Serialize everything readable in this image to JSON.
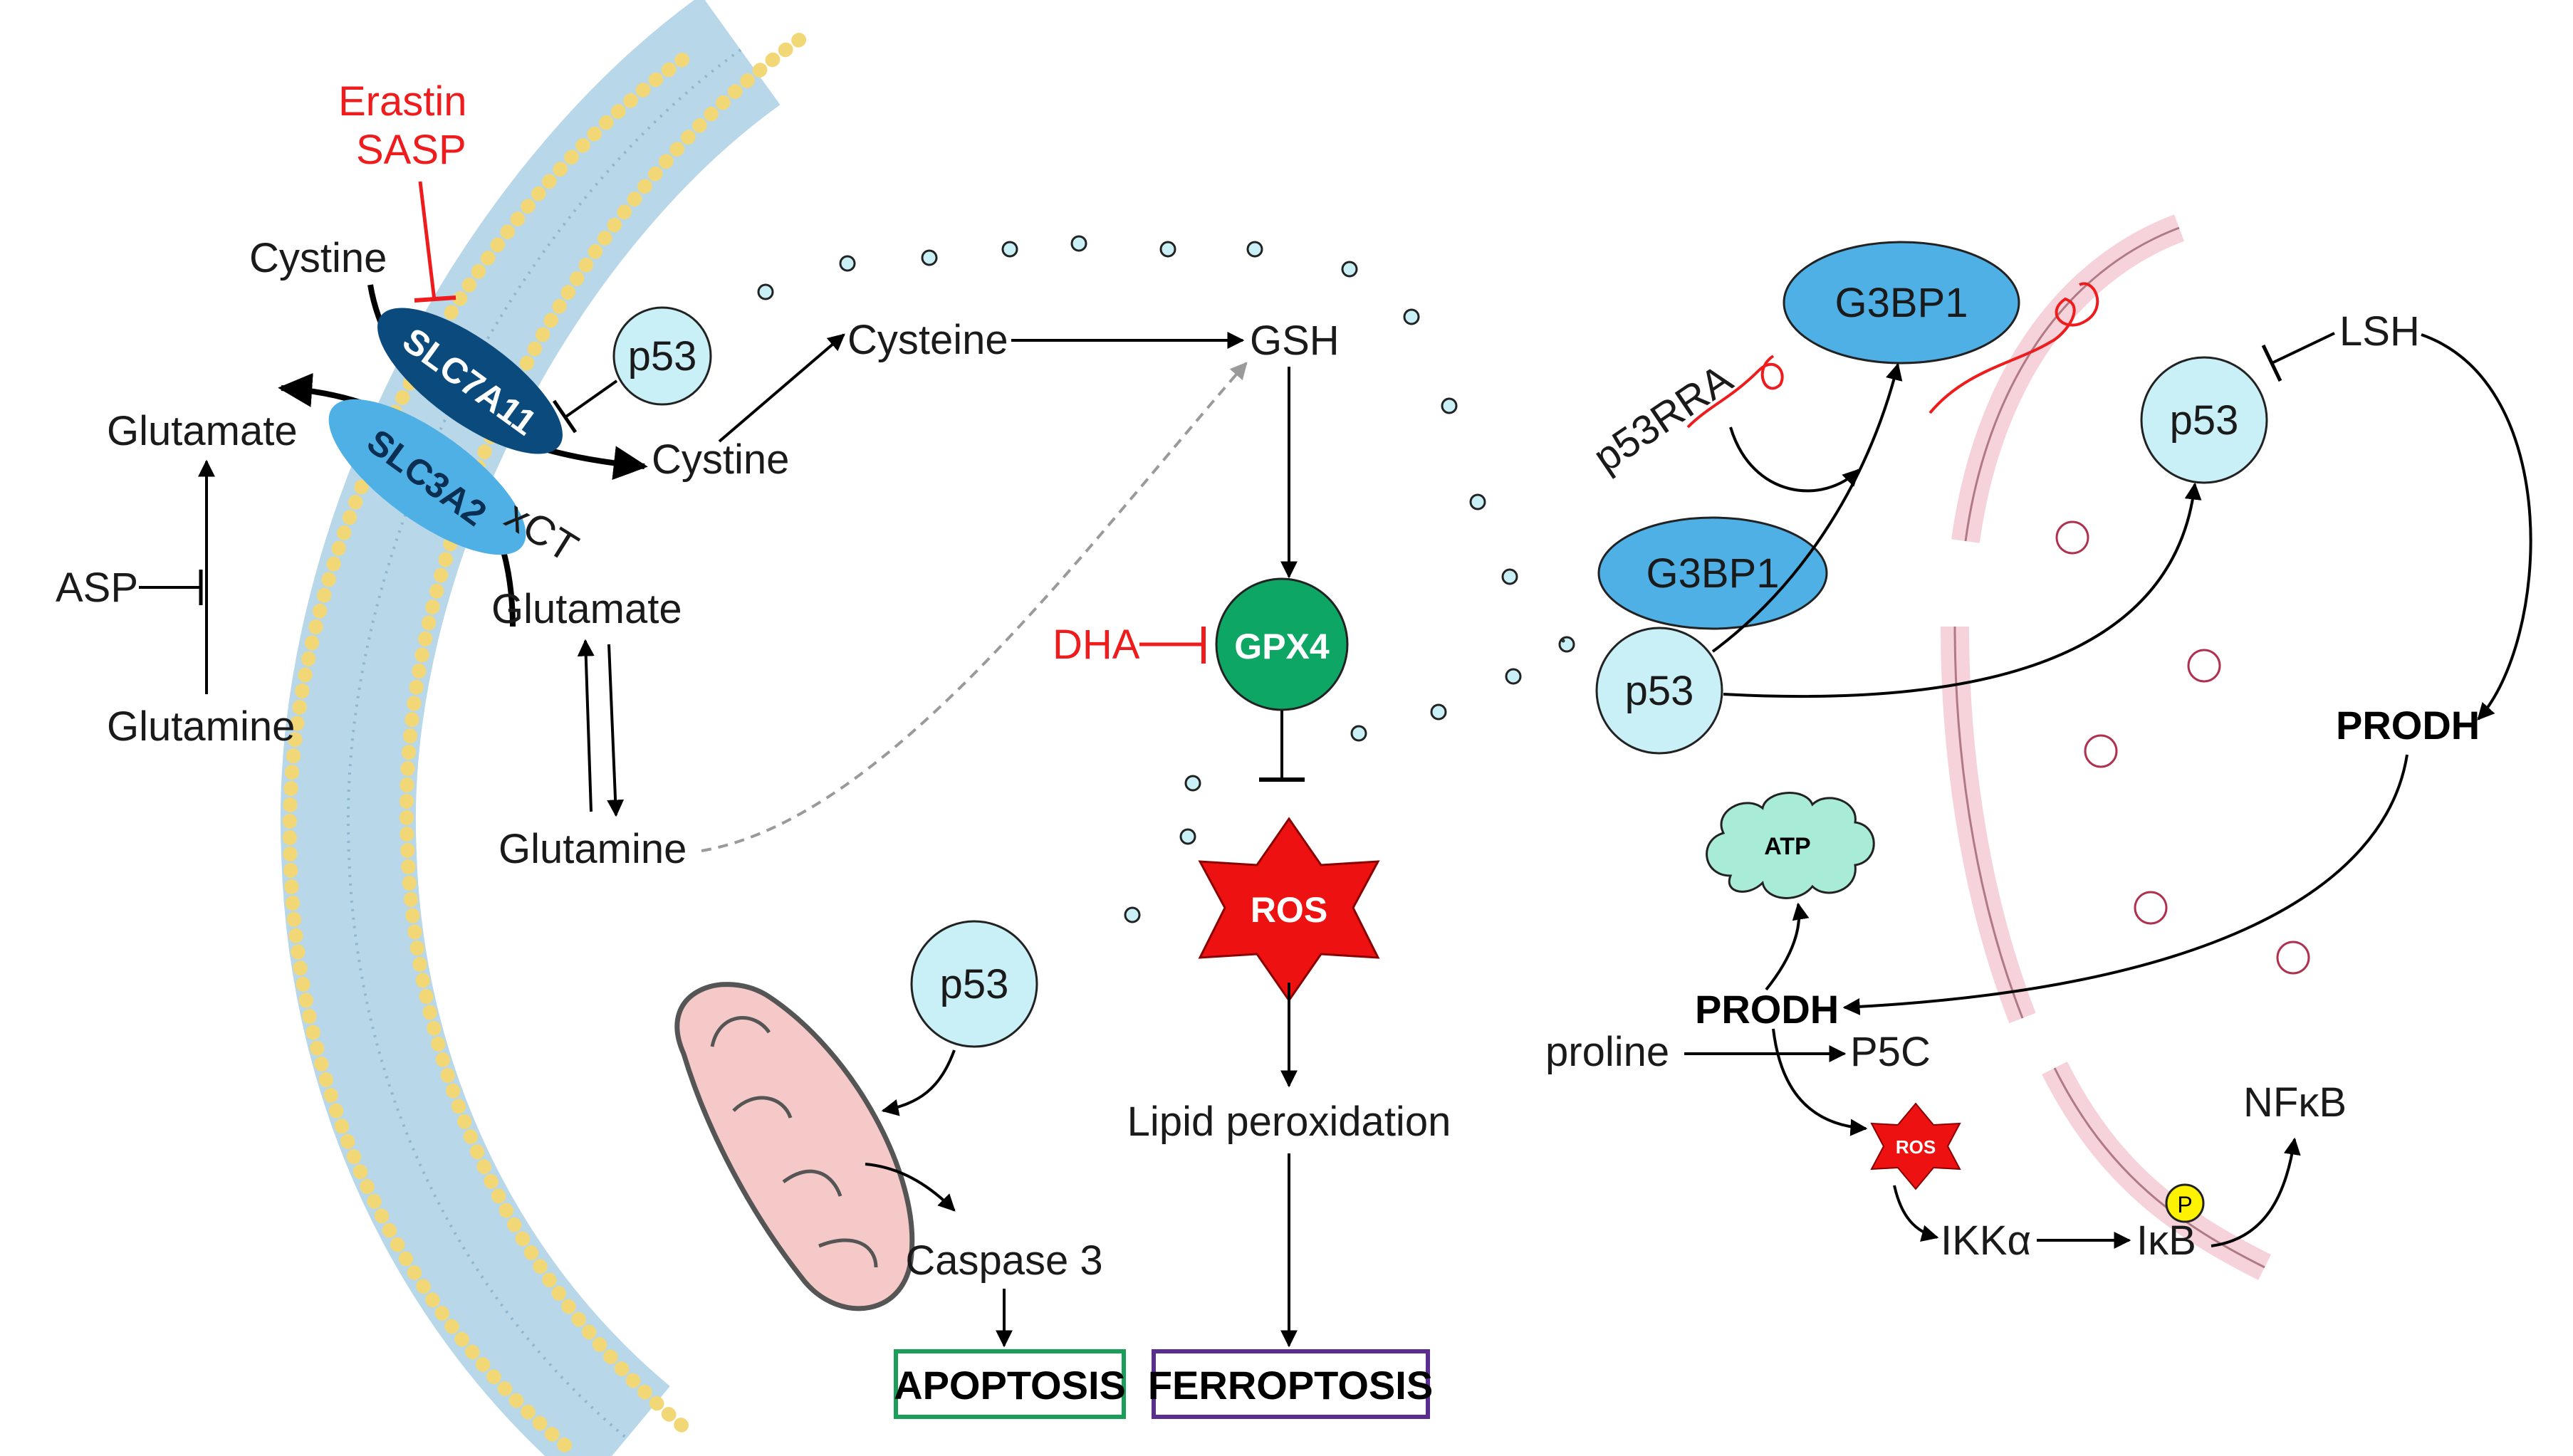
{
  "labels": {
    "erastin": "Erastin",
    "sasp": "SASP",
    "cystine_out": "Cystine",
    "glutamate_out": "Glutamate",
    "asp": "ASP",
    "glutamine_out": "Glutamine",
    "slc7a11": "SLC7A11",
    "slc3a2": "SLC3A2",
    "xct": "xCT",
    "p53_transporter": "p53",
    "cysteine": "Cysteine",
    "gsh": "GSH",
    "cystine_in": "Cystine",
    "glutamate_in": "Glutamate",
    "glutamine_in": "Glutamine",
    "dha": "DHA",
    "gpx4": "GPX4",
    "ros_main": "ROS",
    "lipid_peroxidation": "Lipid peroxidation",
    "ferroptosis": "FERROPTOSIS",
    "p53_mito": "p53",
    "caspase3": "Caspase 3",
    "apoptosis": "APOPTOSIS",
    "g3bp1_top": "G3BP1",
    "p53rra": "p53RRA",
    "lsh": "LSH",
    "p53_nucleus": "p53",
    "g3bp1_mid": "G3BP1",
    "p53_mid": "p53",
    "prodh_right": "PRODH",
    "atp": "ATP",
    "prodh_bottom": "PRODH",
    "proline": "proline",
    "p5c": "P5C",
    "ros_small": "ROS",
    "ikka": "IKKα",
    "ikb": "IκB",
    "p_badge": "P",
    "nfkb": "NFκB"
  },
  "colors": {
    "inhibitor_red": "#ee1c1c",
    "slc7a11": "#0b4a7d",
    "slc3a2": "#4fb0e6",
    "p53_fill": "#c9f0f7",
    "g3bp1_fill": "#4fb0e6",
    "gpx4_fill": "#0ea665",
    "ros_fill": "#ee1111",
    "atp_fill": "#a8ecd8",
    "apoptosis_border": "#1a9e5a",
    "ferroptosis_border": "#5b2d91",
    "membrane_head": "#f2d777",
    "membrane_tail": "#b8d7e8",
    "nuclear_envelope": "#f6d3da",
    "p_badge": "#fff200"
  }
}
